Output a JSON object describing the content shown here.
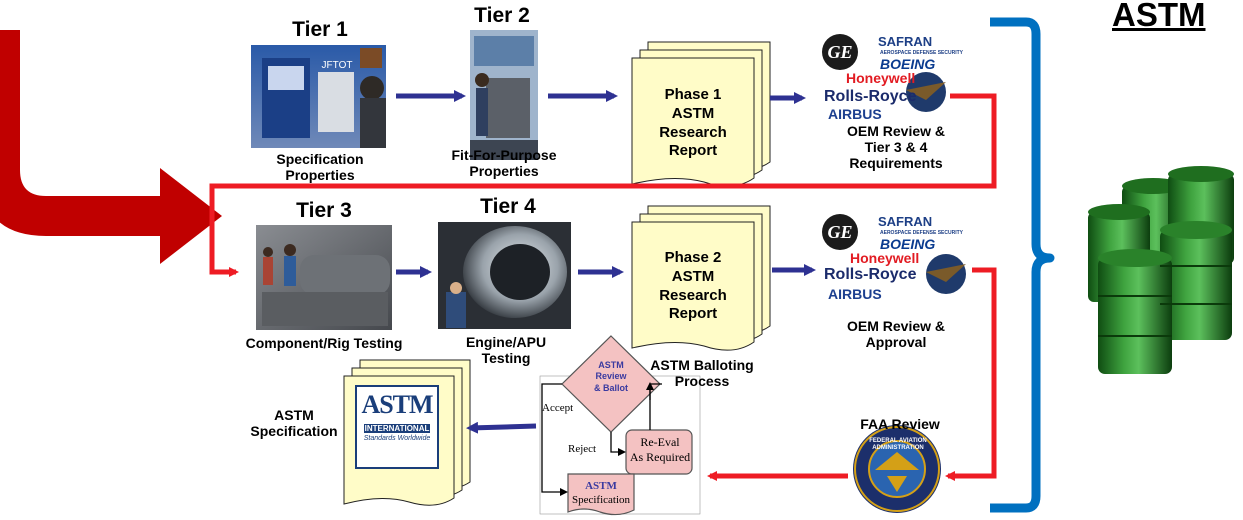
{
  "title_partial": "ASTM",
  "tiers": {
    "tier1": {
      "title": "Tier 1",
      "caption_line1": "Specification",
      "caption_line2": "Properties",
      "photo_tag": "JFTOT"
    },
    "tier2": {
      "title": "Tier 2",
      "caption_line1": "Fit-For-Purpose",
      "caption_line2": "Properties"
    },
    "tier3": {
      "title": "Tier 3",
      "caption": "Component/Rig Testing"
    },
    "tier4": {
      "title": "Tier 4",
      "caption_line1": "Engine/APU",
      "caption_line2": "Testing"
    }
  },
  "reports": {
    "phase1": {
      "line1": "Phase 1",
      "line2": "ASTM",
      "line3": "Research",
      "line4": "Report"
    },
    "phase2": {
      "line1": "Phase 2",
      "line2": "ASTM",
      "line3": "Research",
      "line4": "Report"
    }
  },
  "oem_logos": {
    "ge": "GE",
    "safran": "SAFRAN",
    "safran_sub": "AEROSPACE DEFENSE SECURITY",
    "boeing": "BOEING",
    "honeywell": "Honeywell",
    "rolls_royce": "Rolls-Royce",
    "airbus": "AIRBUS"
  },
  "oem_review_1": {
    "line1": "OEM Review &",
    "line2": "Tier 3 & 4",
    "line3": "Requirements"
  },
  "oem_review_2": {
    "line1": "OEM Review &",
    "line2": "Approval"
  },
  "balloting": {
    "title_line1": "ASTM Balloting",
    "title_line2": "Process",
    "diamond_line1": "ASTM",
    "diamond_line2": "Review",
    "diamond_line3": "& Ballot",
    "accept": "Accept",
    "reject": "Reject",
    "reeval_line1": "Re-Eval",
    "reeval_line2": "As Required",
    "spec_line1": "ASTM",
    "spec_line2": "Specification"
  },
  "astm_spec": {
    "line1": "ASTM",
    "line2": "Specification",
    "logo_text": "ASTM",
    "logo_intl": "INTERNATIONAL",
    "logo_tagline": "Standards Worldwide"
  },
  "faa": {
    "title": "FAA Review",
    "seal_text": "FEDERAL AVIATION ADMINISTRATION"
  },
  "colors": {
    "red_arrow": "#ee1c24",
    "dark_red_arrow": "#c00000",
    "blue_arrow": "#2e3192",
    "bracket_blue": "#0070c0",
    "doc_fill": "#fffcc8",
    "pink_box": "#f4c2c2",
    "barrel_green": "#2e8b2e"
  }
}
